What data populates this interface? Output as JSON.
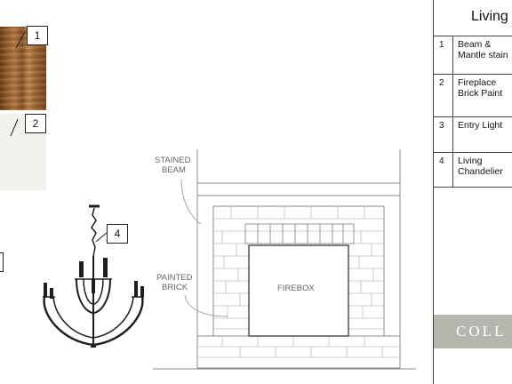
{
  "tags": [
    "1",
    "2",
    "4"
  ],
  "legend": {
    "title": "Living",
    "items": [
      {
        "num": "1",
        "label": "Beam & Mantle stain"
      },
      {
        "num": "2",
        "label": "Fireplace Brick Paint"
      },
      {
        "num": "3",
        "label": "Entry Light"
      },
      {
        "num": "4",
        "label": "Living Chandelier"
      }
    ]
  },
  "brand": "COLL",
  "drawing": {
    "note_beam": [
      "STAINED",
      "BEAM"
    ],
    "note_brick": [
      "PAINTED",
      "BRICK"
    ],
    "firebox_label": "FIREBOX"
  },
  "colors": {
    "wood": "#9a6432",
    "paint": "#f2f2ec",
    "brand_bar": "#b6b6ae",
    "line": "#8a8a8a"
  }
}
